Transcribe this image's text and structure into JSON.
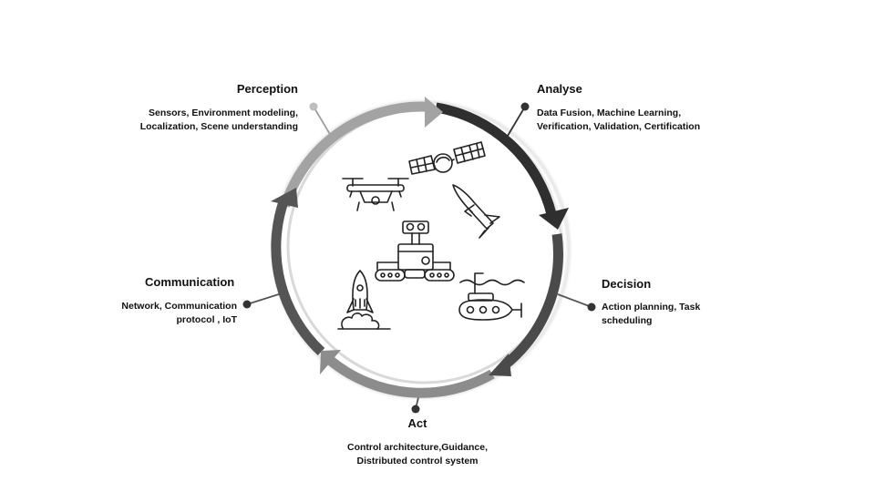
{
  "stages": [
    {
      "key": "perception",
      "title": "Perception",
      "lines": [
        "Sensors, Environment modeling,",
        "Localization, Scene understanding"
      ],
      "arc_color": "#a3a3a3"
    },
    {
      "key": "analyse",
      "title": "Analyse",
      "lines": [
        "Data Fusion, Machine Learning,",
        "Verification, Validation, Certification"
      ],
      "arc_color": "#2f2f2f"
    },
    {
      "key": "decision",
      "title": "Decision",
      "lines": [
        "Action planning, Task",
        "scheduling"
      ],
      "arc_color": "#4a4a4a"
    },
    {
      "key": "act",
      "title": "Act",
      "lines": [
        "Control architecture,Guidance,",
        "Distributed control system"
      ],
      "arc_color": "#8c8c8c"
    },
    {
      "key": "communication",
      "title": "Communication",
      "lines": [
        "Network, Communication",
        "protocol , IoT"
      ],
      "arc_color": "#555555"
    }
  ],
  "center_icons": [
    "drone-icon",
    "satellite-icon",
    "missile-icon",
    "rover-icon",
    "rocket-icon",
    "submarine-icon"
  ],
  "connector_dots": {
    "light": "#bdbdbd",
    "dark": "#333333"
  }
}
